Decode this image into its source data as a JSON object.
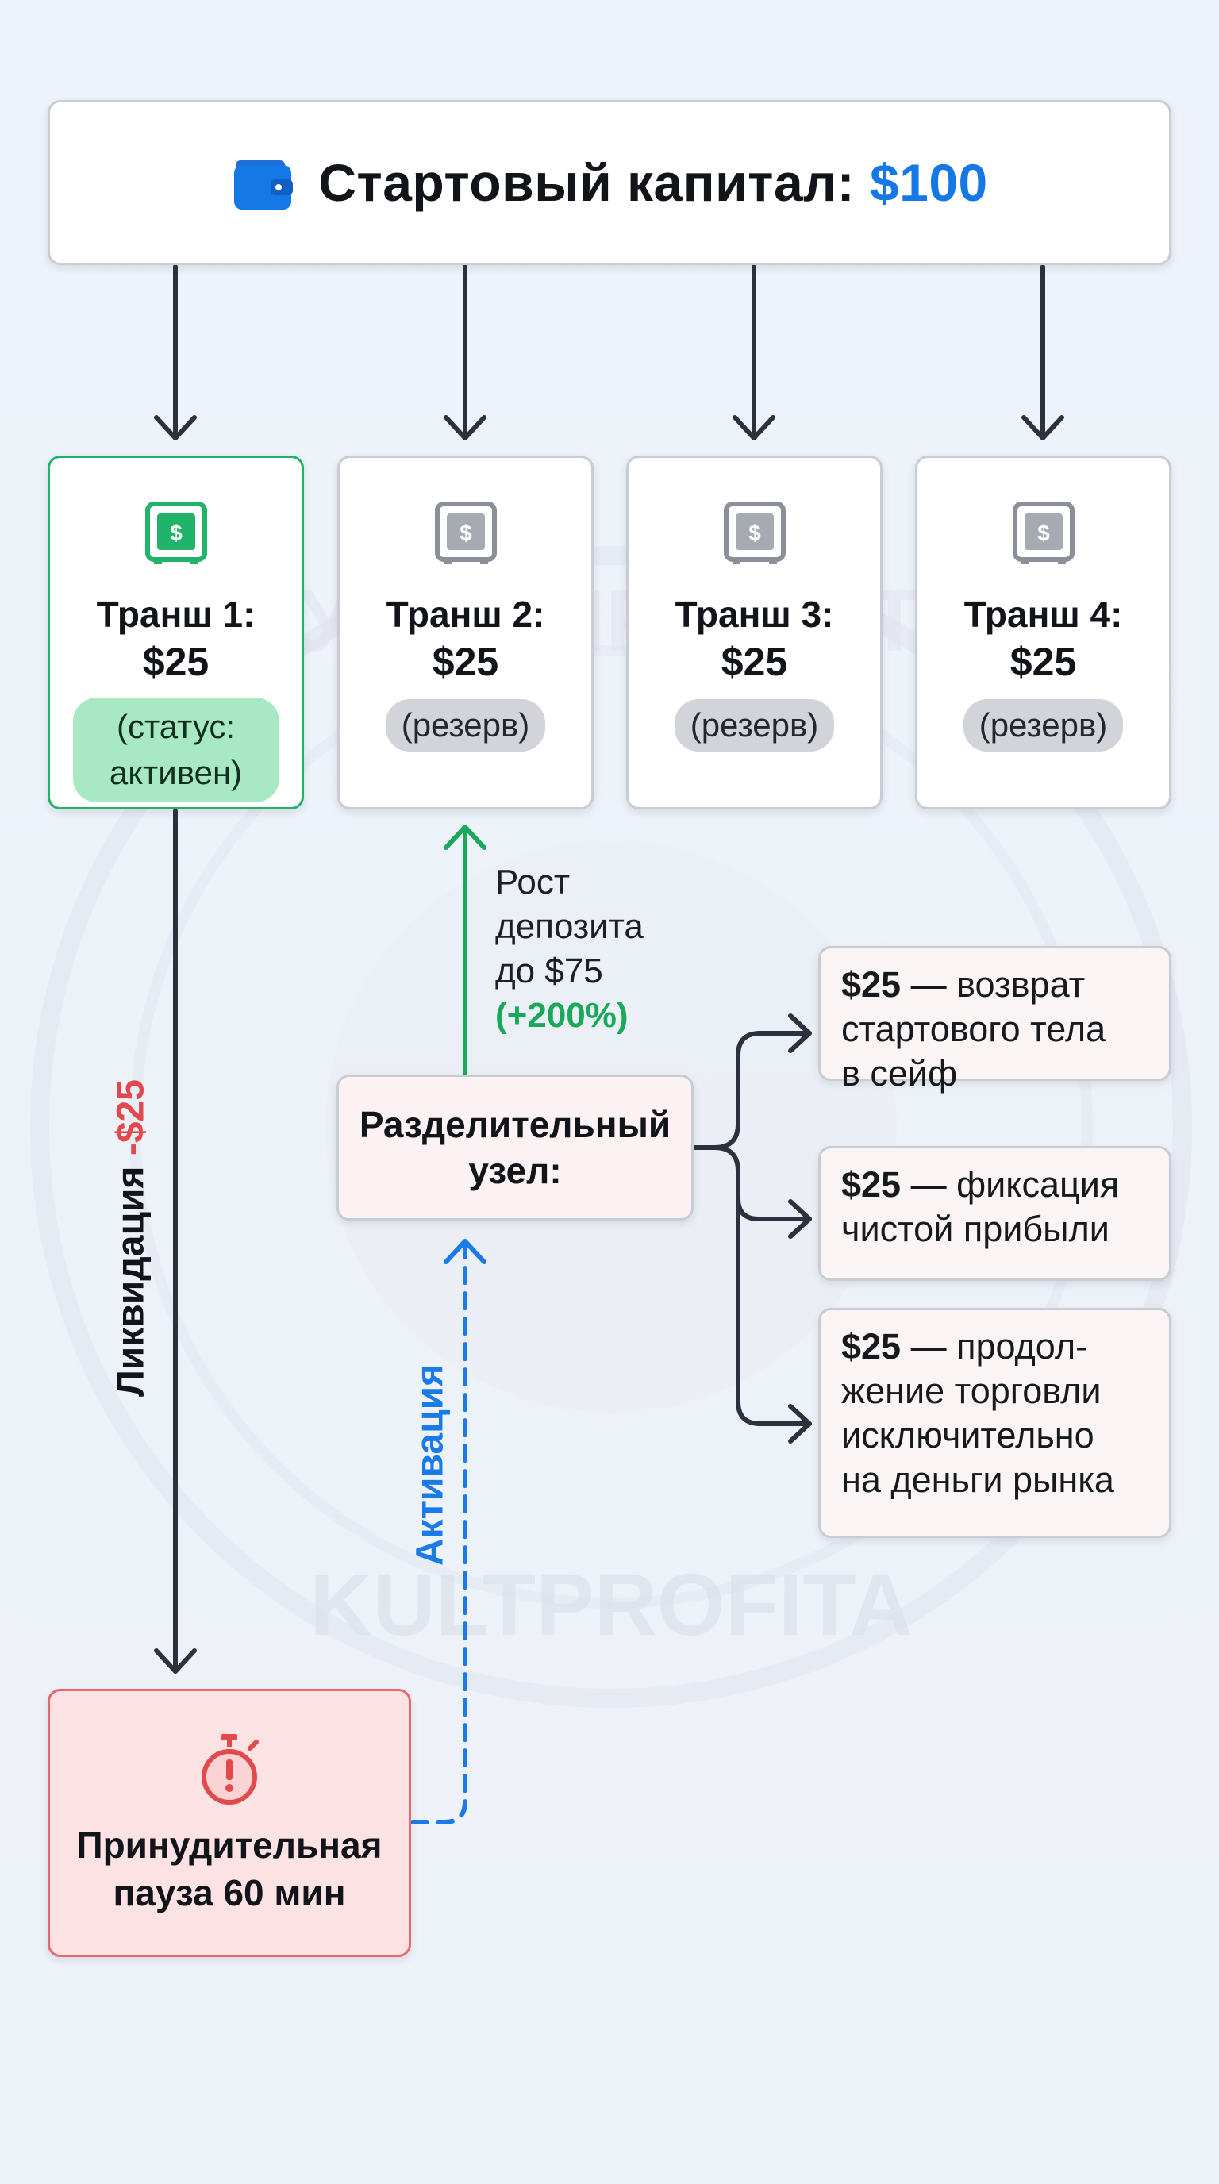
{
  "header": {
    "label": "Стартовый капитал:",
    "amount": "$100",
    "icon": "wallet-icon",
    "accent_color": "#1479e6"
  },
  "tranches": [
    {
      "name": "Транш 1:",
      "amount": "$25",
      "status": "(статус: активен)",
      "state": "active",
      "icon": "safe-icon"
    },
    {
      "name": "Транш 2:",
      "amount": "$25",
      "status": "(резерв)",
      "state": "reserve",
      "icon": "safe-icon"
    },
    {
      "name": "Транш 3:",
      "amount": "$25",
      "status": "(резерв)",
      "state": "reserve",
      "icon": "safe-icon"
    },
    {
      "name": "Транш 4:",
      "amount": "$25",
      "status": "(резерв)",
      "state": "reserve",
      "icon": "safe-icon"
    }
  ],
  "growth": {
    "line1": "Рост",
    "line2": "депозита",
    "line3": "до $75",
    "percent": "(+200%)",
    "color": "#1aa85a"
  },
  "splitter": {
    "label": "Разделительный узел:"
  },
  "outcomes": [
    {
      "amount": "$25",
      "text_a": " — возврат",
      "text_b": "стартового тела",
      "text_c": "в сейф"
    },
    {
      "amount": "$25",
      "text_a": " — фиксация",
      "text_b": "чистой прибыли"
    },
    {
      "amount": "$25",
      "text_a": " — продол-",
      "text_b": "жение торговли",
      "text_c": "исключительно",
      "text_d": "на деньги рынка"
    }
  ],
  "liquidation": {
    "label": "Ликвидация",
    "amount": "-$25",
    "color": "#e2494d"
  },
  "activation": {
    "label": "Активация",
    "color": "#1a7be8"
  },
  "pause": {
    "line1": "Принудительная",
    "line2": "пауза 60 мин",
    "icon": "stopwatch-icon",
    "color": "#e8686c"
  },
  "watermark": {
    "text": "KULTPROFITA",
    "text_top": "КУЛЬТ ПРОФИТА"
  }
}
